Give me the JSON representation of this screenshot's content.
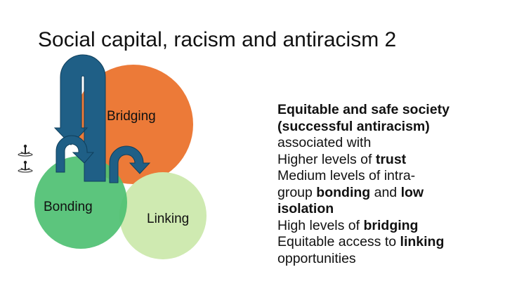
{
  "slide": {
    "title": "Social capital, racism and antiracism 2"
  },
  "diagram": {
    "circles": {
      "bridging": {
        "label": "Bridging",
        "color": "#EC7A38"
      },
      "bonding": {
        "label": "Bonding",
        "color": "#4EC072"
      },
      "linking": {
        "label": "Linking",
        "color": "#CFEAB1"
      }
    },
    "arrow_color": "#1F5F86",
    "icons": [
      "anchor-icon",
      "anchor-icon"
    ]
  },
  "text": {
    "heading_1": "Equitable and safe society",
    "heading_2": "(successful antiracism)",
    "line_assoc": "associated with",
    "trust_pre": "Higher levels of ",
    "trust_bold": "trust",
    "bonding_pre": "Medium levels of intra-",
    "bonding_pre2": "group ",
    "bonding_bold": "bonding",
    "bonding_mid": " and ",
    "bonding_low": "low",
    "isolation": "isolation",
    "bridging_pre": "High levels of ",
    "bridging_bold": "bridging",
    "linking_pre": "Equitable access to ",
    "linking_bold": "linking",
    "opportunities": "opportunities"
  }
}
